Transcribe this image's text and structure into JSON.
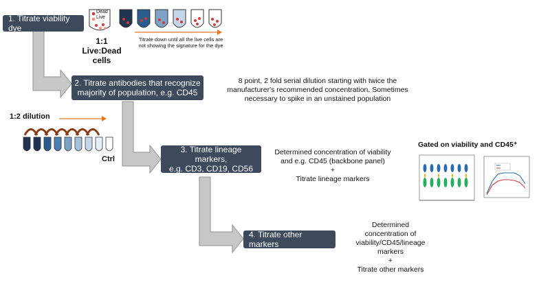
{
  "steps": [
    {
      "label": "1. Titrate viability dye"
    },
    {
      "line1": "2. Titrate antibodies that recognize",
      "line2": "majority of population, e.g. CD45"
    },
    {
      "line1": "3. Titrate lineage markers,",
      "line2": "e.g. CD3, CD19, CD56"
    },
    {
      "label": "4. Titrate other markers"
    }
  ],
  "legend": {
    "dead": "Dead",
    "live": "Live"
  },
  "ratio": {
    "line1": "1:1",
    "line2": "Live:Dead",
    "line3": "cells"
  },
  "titrate_note": {
    "line1": "Titrate down until all the live cells are",
    "line2": "not showing the signature for the dye"
  },
  "dilution_desc": {
    "line1": "8 point, 2 fold serial dilution starting with twice the",
    "line2": "manufacturer's recommended concentration. Sometimes",
    "line3": "necessary to spike in an unstained population"
  },
  "dilution_label": "1:2 dilution",
  "ctrl_label": "Ctrl",
  "step3_note": {
    "line1": "Determined concentration of viability",
    "line2": "and e.g. CD45 (backbone panel)",
    "plus": "+",
    "line3": "Titrate lineage markers"
  },
  "step4_note": {
    "line1": "Determined",
    "line2": "concentration of",
    "line3": "viability/CD45/lineage",
    "line4": "markers",
    "plus": "+",
    "line5": "Titrate other markers"
  },
  "gated_title": "Gated on viability and CD45⁺",
  "colors": {
    "box": "#3d4a5c",
    "arrow_fill": "#c8c8c8",
    "orange": "#e87722",
    "arc": "#8a3b12",
    "tube_dark": "#1f3552"
  }
}
